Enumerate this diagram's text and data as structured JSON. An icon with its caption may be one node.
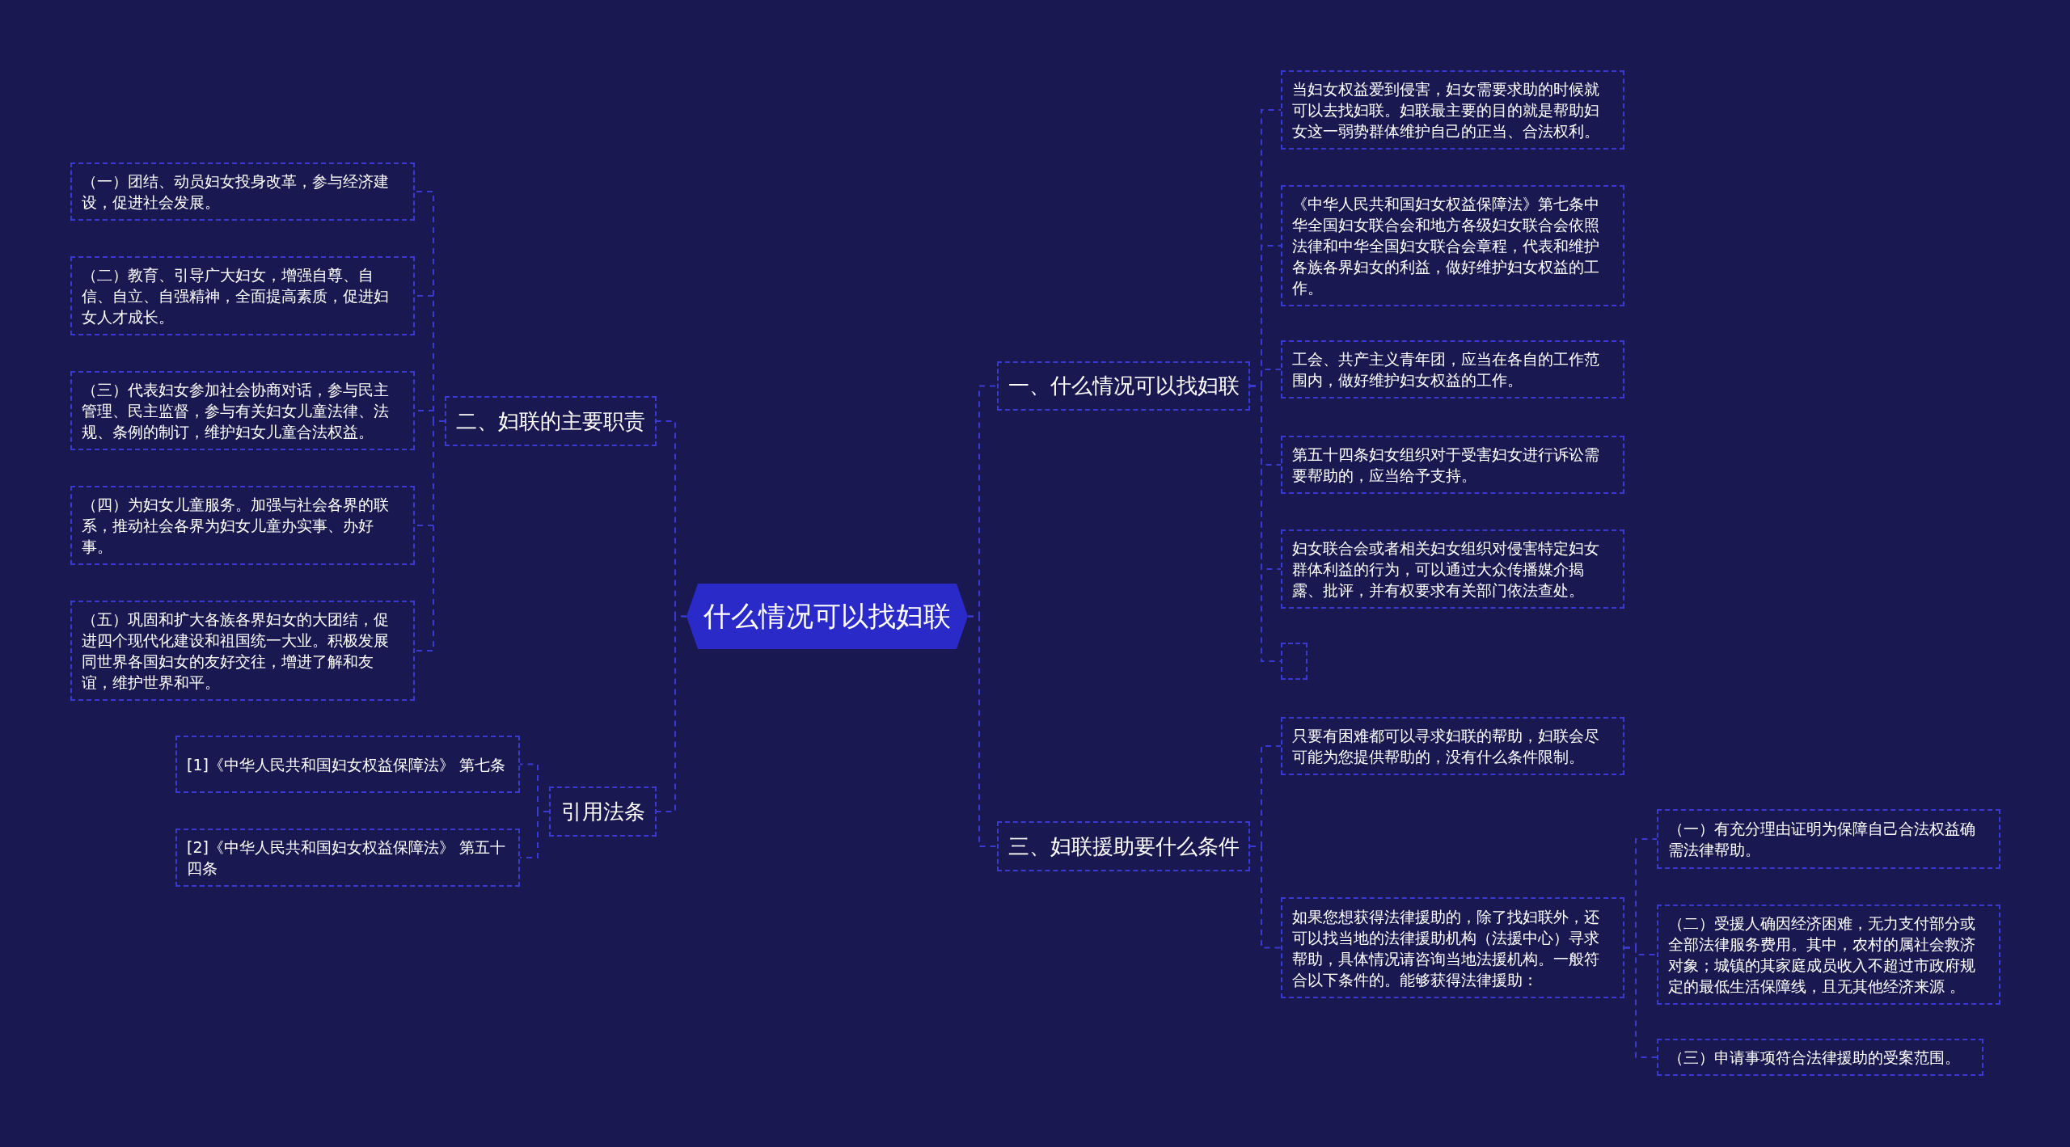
{
  "diagram": {
    "nodes": [
      {
        "text": [
          "什么情况可以找妇联"
        ]
      },
      {
        "text": [
          "一、什么情况可以找妇联"
        ]
      },
      {
        "text": [
          "当妇女权益爱到侵害，妇女需要求助的时候就可以去找妇联。妇联最主要的目的就是帮助妇女这一弱势群体维护自己的正当、合法权利。"
        ]
      },
      {
        "text": [
          "《中华人民共和国妇女权益保障法》第七条中华全国妇女联合会和地方各级妇女联合会依照法律和中华全国妇女联合会章程，代表和维护各族各界妇女的利益，做好维护妇女权益的工作。"
        ]
      },
      {
        "text": [
          "工会、共产主义青年团，应当在各自的工作范围内，做好维护妇女权益的工作。"
        ]
      },
      {
        "text": [
          "第五十四条妇女组织对于受害妇女进行诉讼需要帮助的，应当给予支持。"
        ]
      },
      {
        "text": [
          "妇女联合会或者相关妇女组织对侵害特定妇女群体利益的行为，可以通过大众传播媒介揭露、批评，并有权要求有关部门依法查处。"
        ]
      },
      {
        "text": [],
        "shape": "box"
      },
      {
        "text": [
          "三、妇联援助要什么条件"
        ]
      },
      {
        "text": [
          "只要有困难都可以寻求妇联的帮助，妇联会尽可能为您提供帮助的，没有什么条件限制。"
        ]
      },
      {
        "text": [
          "如果您想获得法律援助的，除了找妇联外，还可以找当地的法律援助机构（法援中心）寻求帮助，具体情况请咨询当地法援机构。一般符合以下条件的。能够获得法律援助："
        ]
      },
      {
        "text": [
          "（一）有充分理由证明为保障自己合法权益确需法律帮助。"
        ]
      },
      {
        "text": [
          "（二）受援人确因经济困难，无力支付部分或全部法律服务费用。其中，农村的属社会救济对象；城镇的其家庭成员收入不超过市政府规定的最低生活保障线，且无其他经济来源 。"
        ]
      },
      {
        "text": [
          "（三）申请事项符合法律援助的受案范围。"
        ]
      },
      {
        "text": [
          "二、妇联的主要职责"
        ]
      },
      {
        "text": [
          "（一）团结、动员妇女投身改革，参与经济建设，促进社会发展。"
        ]
      },
      {
        "text": [
          "（二）教育、引导广大妇女，增强自尊、自信、自立、自强精神，全面提高素质，促进妇女人才成长。"
        ]
      },
      {
        "text": [
          "（三）代表妇女参加社会协商对话，参与民主管理、民主监督，参与有关妇女儿童法律、法规、条例的制订，维护妇女儿童合法权益。"
        ]
      },
      {
        "text": [
          "（四）为妇女儿童服务。加强与社会各界的联系，推动社会各界为妇女儿童办实事、办好事。"
        ]
      },
      {
        "text": [
          "（五）巩固和扩大各族各界妇女的大团结，促进四个现代化建设和祖国统一大业。积极发展同世界各国妇女的友好交往，增进了解和友谊，维护世界和平。"
        ]
      },
      {
        "text": [
          "引用法条"
        ]
      },
      {
        "text": [
          "[1]《中华人民共和国妇女权益保障法》 第七条"
        ]
      },
      {
        "text": [
          "[2]《中华人民共和国妇女权益保障法》 第五十四条"
        ]
      }
    ],
    "edges": [
      {
        "from": 0,
        "to": 1,
        "arrow": "none"
      },
      {
        "from": 1,
        "to": 2,
        "arrow": "none"
      },
      {
        "from": 1,
        "to": 3,
        "arrow": "none"
      },
      {
        "from": 1,
        "to": 4,
        "arrow": "none"
      },
      {
        "from": 1,
        "to": 5,
        "arrow": "none"
      },
      {
        "from": 1,
        "to": 6,
        "arrow": "none"
      },
      {
        "from": 1,
        "to": 7,
        "arrow": "none"
      },
      {
        "from": 0,
        "to": 8,
        "arrow": "none"
      },
      {
        "from": 8,
        "to": 9,
        "arrow": "none"
      },
      {
        "from": 8,
        "to": 10,
        "arrow": "none"
      },
      {
        "from": 10,
        "to": 11,
        "arrow": "none"
      },
      {
        "from": 10,
        "to": 12,
        "arrow": "none"
      },
      {
        "from": 10,
        "to": 13,
        "arrow": "none"
      },
      {
        "from": 0,
        "to": 14,
        "arrow": "none"
      },
      {
        "from": 14,
        "to": 15,
        "arrow": "none"
      },
      {
        "from": 14,
        "to": 16,
        "arrow": "none"
      },
      {
        "from": 14,
        "to": 17,
        "arrow": "none"
      },
      {
        "from": 14,
        "to": 18,
        "arrow": "none"
      },
      {
        "from": 14,
        "to": 19,
        "arrow": "none"
      },
      {
        "from": 0,
        "to": 20,
        "arrow": "none"
      },
      {
        "from": 20,
        "to": 21,
        "arrow": "none"
      },
      {
        "from": 20,
        "to": 22,
        "arrow": "none"
      }
    ]
  }
}
